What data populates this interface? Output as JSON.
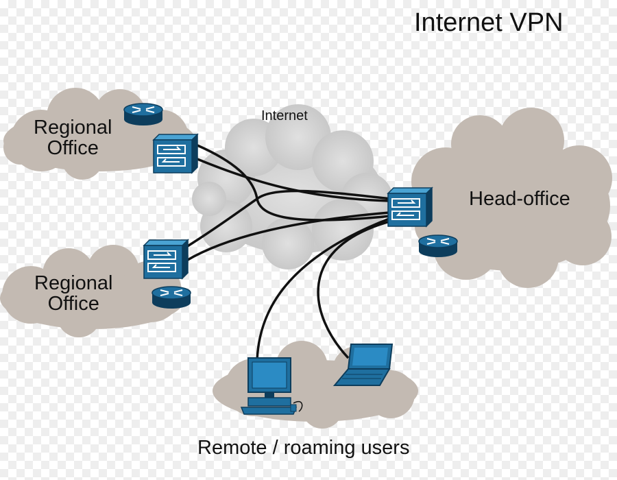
{
  "title": "Internet VPN",
  "internet_label": "Internet",
  "regional_office_top": {
    "line1": "Regional",
    "line2": "Office"
  },
  "regional_office_bottom": {
    "line1": "Regional",
    "line2": "Office"
  },
  "head_office_label": "Head-office",
  "remote_users_label": "Remote / roaming users",
  "colors": {
    "office_cloud": "#c3bab2",
    "internet_cloud": "#d2d2d2",
    "device_blue": "#1f6f9f",
    "device_dark": "#0d3d5c",
    "link_line": "#111111"
  },
  "icons": [
    "router-icon",
    "firewall-icon",
    "desktop-computer-icon",
    "laptop-icon",
    "cloud-icon"
  ]
}
